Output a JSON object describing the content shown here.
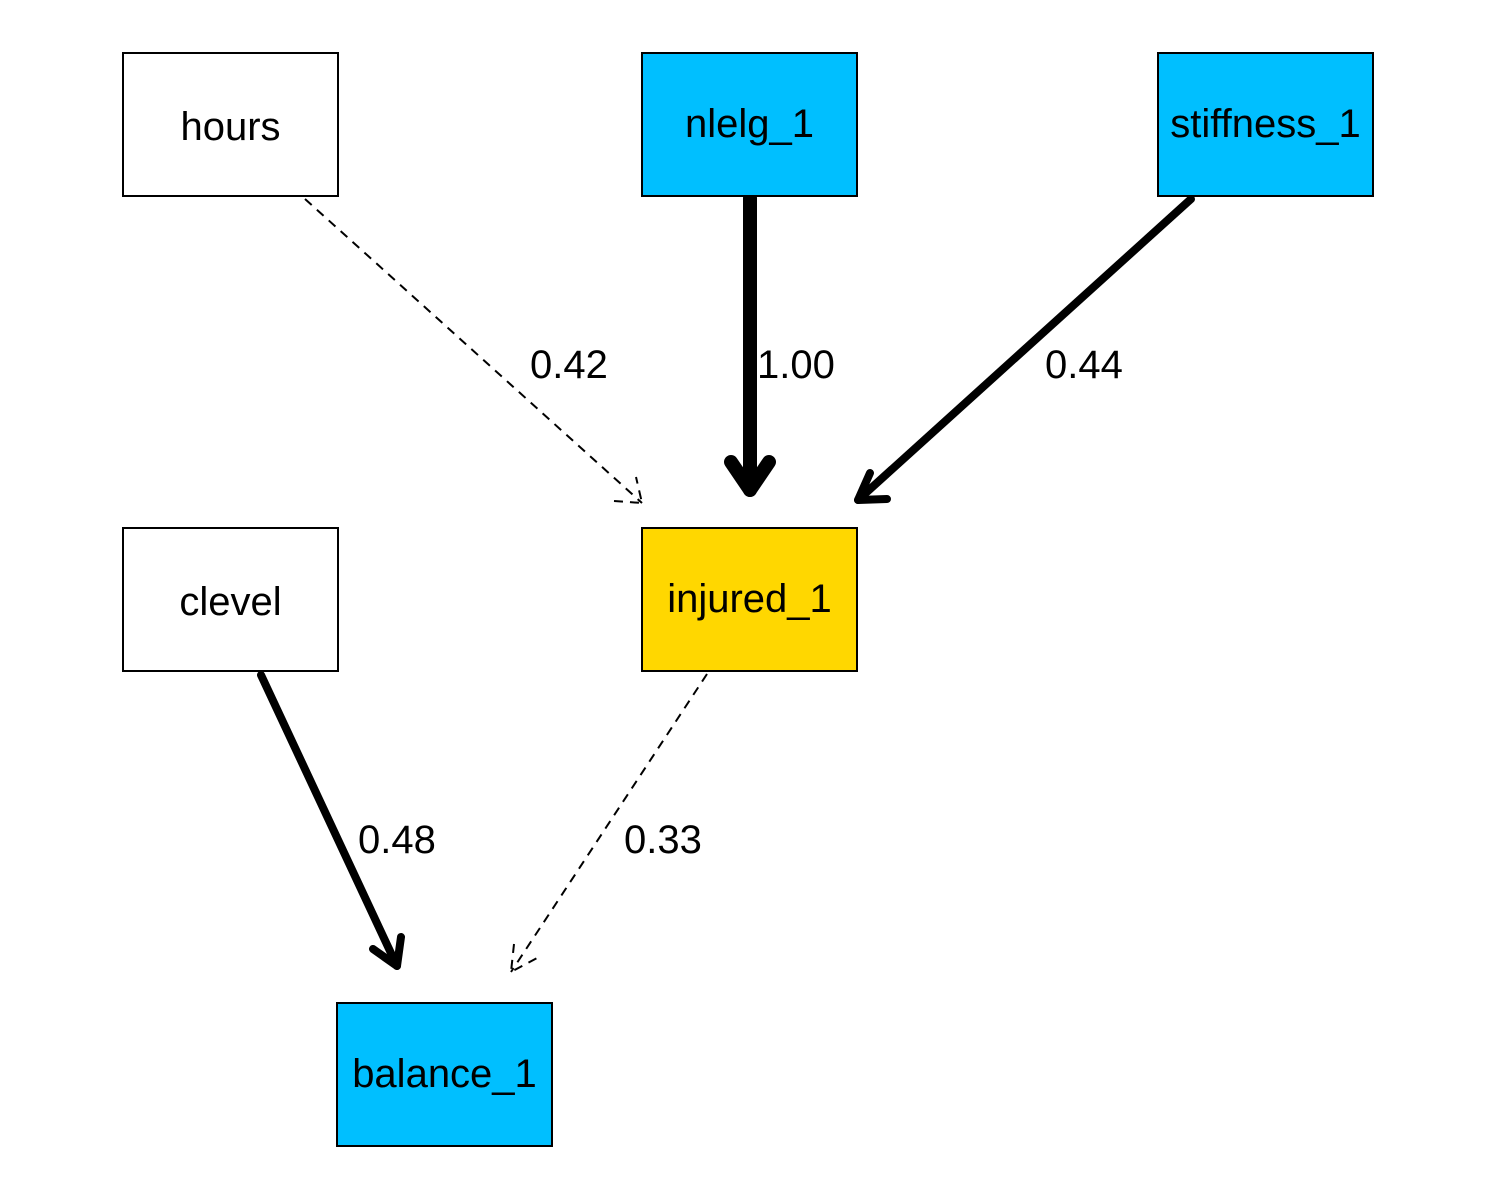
{
  "diagram": {
    "nodes": {
      "hours": {
        "label": "hours",
        "fill": "#FFFFFF"
      },
      "nlelg_1": {
        "label": "nlelg_1",
        "fill": "#00BFFF"
      },
      "stiffness_1": {
        "label": "stiffness_1",
        "fill": "#00BFFF"
      },
      "clevel": {
        "label": "clevel",
        "fill": "#FFFFFF"
      },
      "injured_1": {
        "label": "injured_1",
        "fill": "#FFD700"
      },
      "balance_1": {
        "label": "balance_1",
        "fill": "#00BFFF"
      }
    },
    "edges": [
      {
        "from": "hours",
        "to": "injured_1",
        "label": "0.42",
        "style": "dashed"
      },
      {
        "from": "nlelg_1",
        "to": "injured_1",
        "label": "1.00",
        "style": "solid"
      },
      {
        "from": "stiffness_1",
        "to": "injured_1",
        "label": "0.44",
        "style": "solid"
      },
      {
        "from": "clevel",
        "to": "balance_1",
        "label": "0.48",
        "style": "solid"
      },
      {
        "from": "injured_1",
        "to": "balance_1",
        "label": "0.33",
        "style": "dashed"
      }
    ]
  }
}
